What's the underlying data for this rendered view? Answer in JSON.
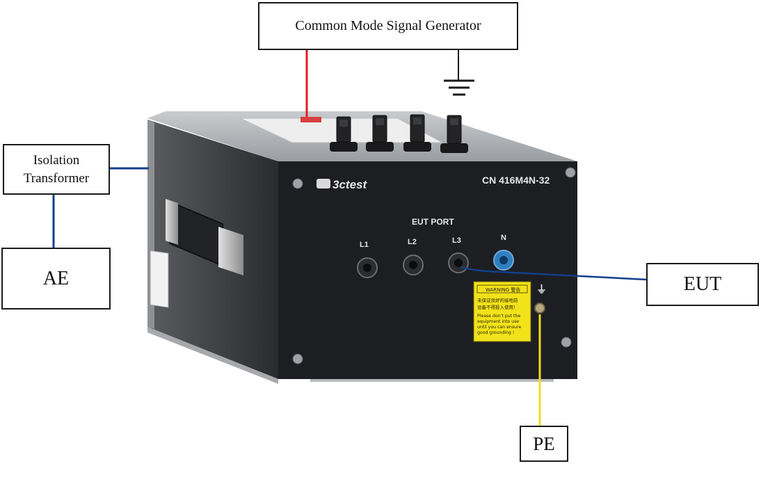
{
  "labels": {
    "generator": "Common Mode Signal Generator",
    "isolation_line1": "Isolation",
    "isolation_line2": "Transformer",
    "ae": "AE",
    "eut": "EUT",
    "pe": "PE"
  },
  "device": {
    "brand": "3ctest",
    "model": "CN 416M4N-32",
    "port_title": "EUT PORT",
    "ports": [
      "L1",
      "L2",
      "L3",
      "N"
    ],
    "ground_symbol": "⏚",
    "warning_title": "WARNING 警告",
    "warning_cn_1": "未保证良好的接地前",
    "warning_cn_2": "设备不得投入使用！",
    "warning_en_1": "Please don't put the",
    "warning_en_2": "equipment into use",
    "warning_en_3": "until you can ensure",
    "warning_en_4": "good grounding !"
  },
  "colors": {
    "red_wire": "#e01b24",
    "blue_wire": "#123f8c",
    "yellow_wire": "#f2dc1f",
    "panel": "#1d1e22",
    "warning": "#f2e21a"
  }
}
